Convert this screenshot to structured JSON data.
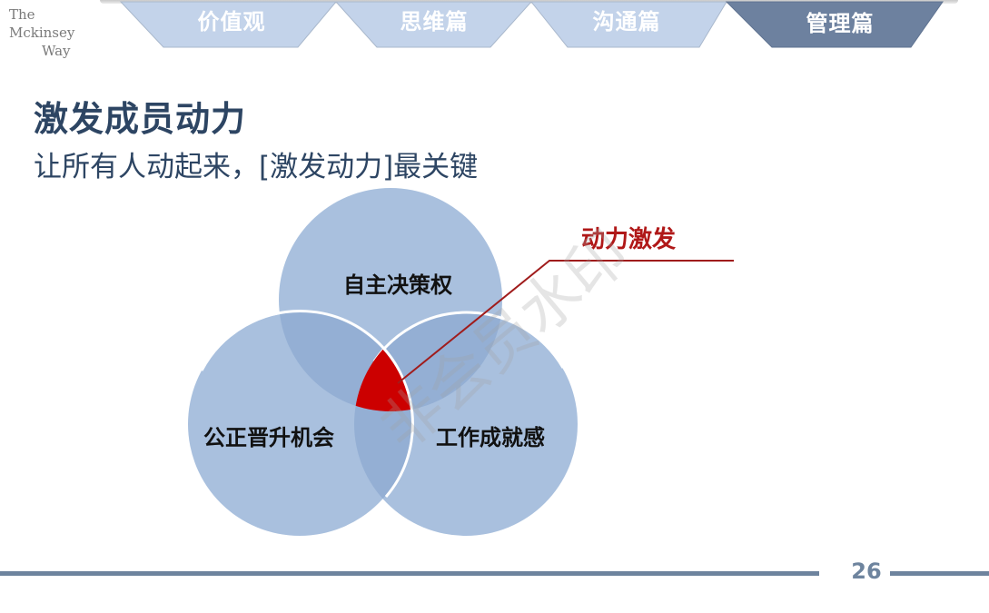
{
  "logo": {
    "line1": "The",
    "line2": "Mckinsey",
    "line3": "Way"
  },
  "nav": {
    "tabs": [
      {
        "label": "价值观",
        "active": false
      },
      {
        "label": "思维篇",
        "active": false
      },
      {
        "label": "沟通篇",
        "active": false
      },
      {
        "label": "管理篇",
        "active": true
      }
    ],
    "colors": {
      "inactive": "#c3d3ea",
      "active": "#6d819f"
    }
  },
  "slide": {
    "title": "激发成员动力",
    "subtitle": "让所有人动起来，[激发动力]最关键"
  },
  "diagram": {
    "circles": [
      {
        "label": "自主决策权",
        "position": "top"
      },
      {
        "label": "公正晋升机会",
        "position": "bottom-left"
      },
      {
        "label": "工作成就感",
        "position": "bottom-right"
      }
    ],
    "center_callout": "动力激发",
    "colors": {
      "circle_fill": "#a9c0de",
      "overlap_fill": "#93aed3",
      "center_fill": "#cc0000",
      "callout_line": "#a01c1c",
      "callout_text": "#b01818"
    }
  },
  "watermark": "非会员水印",
  "footer": {
    "page_number": "26",
    "line_color": "#6e849e"
  }
}
